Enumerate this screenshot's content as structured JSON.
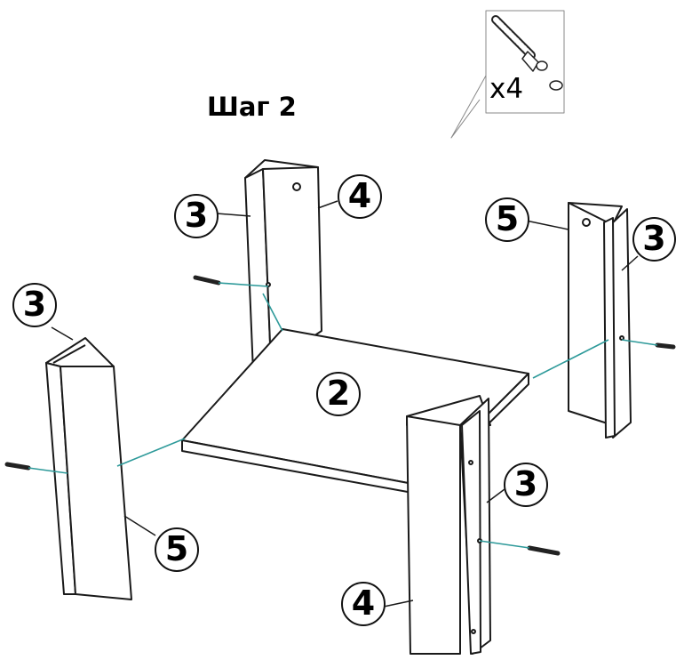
{
  "step": {
    "title": "Шаг 2"
  },
  "hardware": {
    "icon": "screw-with-dowel-icon",
    "quantity": "x4"
  },
  "callouts": [
    {
      "id": "panel-4-back-label",
      "text": "4"
    },
    {
      "id": "panel-3-back-label",
      "text": "3"
    },
    {
      "id": "panel-5-right-label",
      "text": "5"
    },
    {
      "id": "panel-3-right-label",
      "text": "3"
    },
    {
      "id": "panel-3-left-label",
      "text": "3"
    },
    {
      "id": "panel-2-shelf-label",
      "text": "2"
    },
    {
      "id": "panel-5-left-label",
      "text": "5"
    },
    {
      "id": "panel-3-front-label",
      "text": "3"
    },
    {
      "id": "panel-4-front-label",
      "text": "4"
    }
  ],
  "colors": {
    "line": "#1a1a1a",
    "leader": "#2e9a9a",
    "panel_fill": "#ffffff"
  }
}
